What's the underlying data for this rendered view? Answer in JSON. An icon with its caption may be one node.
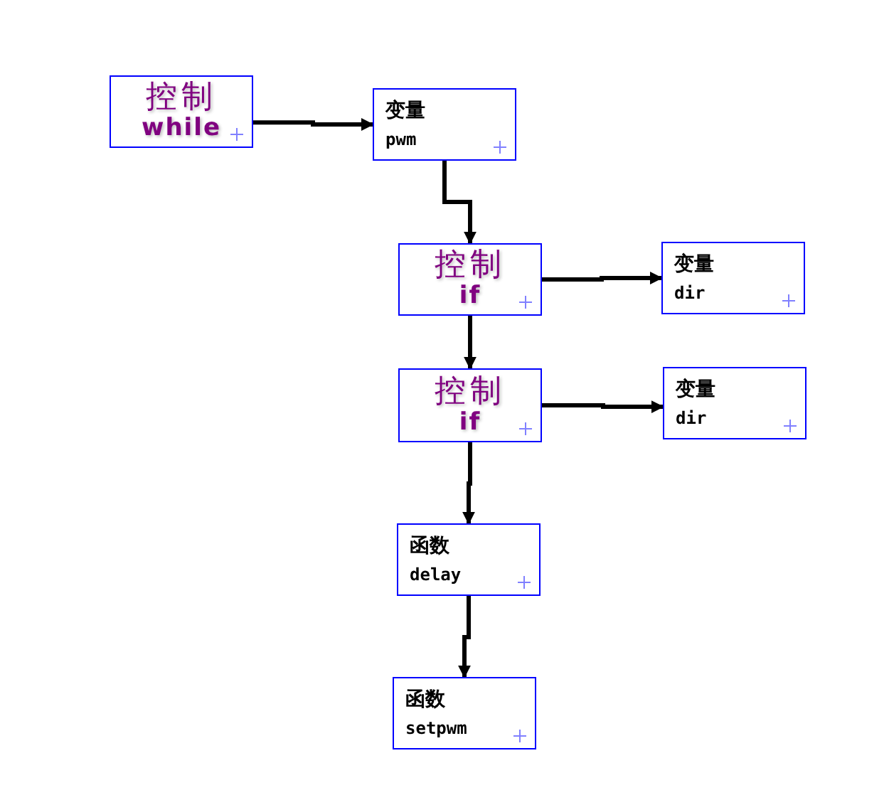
{
  "diagram": {
    "nodes": [
      {
        "text": [
          "控制",
          "while"
        ]
      },
      {
        "text": [
          "变量",
          "pwm"
        ]
      },
      {
        "text": [
          "控制",
          "if"
        ]
      },
      {
        "text": [
          "变量",
          "dir"
        ]
      },
      {
        "text": [
          "控制",
          "if"
        ]
      },
      {
        "text": [
          "变量",
          "dir"
        ]
      },
      {
        "text": [
          "函数",
          "delay"
        ]
      },
      {
        "text": [
          "函数",
          "setpwm"
        ]
      }
    ],
    "edges": [
      {
        "from": 0,
        "to": 1,
        "arrow": "to"
      },
      {
        "from": 1,
        "to": 2,
        "arrow": "to"
      },
      {
        "from": 2,
        "to": 3,
        "arrow": "to"
      },
      {
        "from": 2,
        "to": 4,
        "arrow": "to"
      },
      {
        "from": 4,
        "to": 5,
        "arrow": "to"
      },
      {
        "from": 4,
        "to": 6,
        "arrow": "to"
      },
      {
        "from": 6,
        "to": 7,
        "arrow": "to"
      }
    ]
  }
}
